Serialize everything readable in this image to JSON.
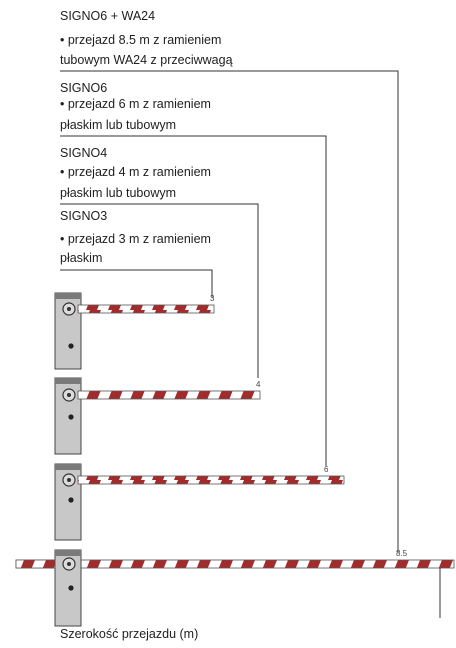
{
  "models": [
    {
      "name": "SIGNO6 + WA24",
      "line1": "• przejazd 8.5 m z ramieniem",
      "line2": "tubowym WA24 z przeciwwagą",
      "arm_length": "8.5"
    },
    {
      "name": "SIGNO6",
      "line1": "• przejazd 6 m z ramieniem",
      "line2": "płaskim lub tubowym",
      "arm_length": "6"
    },
    {
      "name": "SIGNO4",
      "line1": "• przejazd 4 m z ramieniem",
      "line2": "płaskim lub tubowym",
      "arm_length": "4"
    },
    {
      "name": "SIGNO3",
      "line1": "• przejazd 3 m z ramieniem",
      "line2": "płaskim",
      "arm_length": "3"
    }
  ],
  "footer_label": "Szerokość przejazdu (m)",
  "colors": {
    "stripe": "#a42b2b",
    "arm_fill": "#ffffff",
    "housing": "#c8c8c8",
    "housing_top": "#7a7a7a",
    "line": "#333333"
  }
}
